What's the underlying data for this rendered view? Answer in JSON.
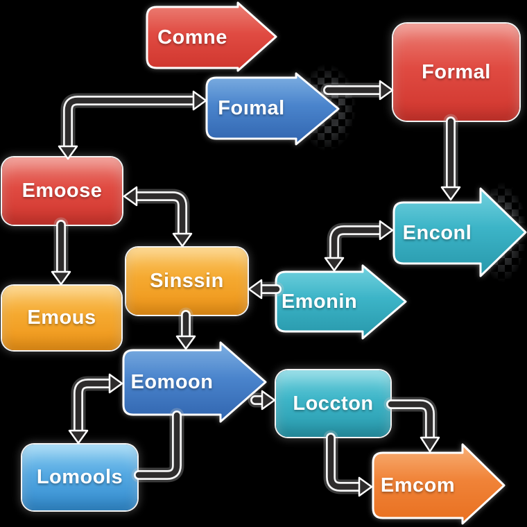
{
  "diagram": {
    "background_color": "#000000",
    "connector_color": "#2e2c2c",
    "colors": {
      "red": "#e04b42",
      "blue": "#4a84cc",
      "teal": "#3cb4c7",
      "amber": "#f5a930",
      "lightblue": "#54a8e2",
      "orange": "#f08338"
    },
    "nodes": {
      "comne": {
        "label": "Comne",
        "shape": "arrow-right",
        "color": "red"
      },
      "foimal": {
        "label": "Foımal",
        "shape": "arrow-right",
        "color": "blue"
      },
      "formal": {
        "label": "Formal",
        "shape": "rounded-rect",
        "color": "red"
      },
      "emoose": {
        "label": "Emoose",
        "shape": "rounded-rect",
        "color": "red"
      },
      "enconl": {
        "label": "Enconl",
        "shape": "arrow-right",
        "color": "teal"
      },
      "sinssin": {
        "label": "Sinssin",
        "shape": "rounded-rect",
        "color": "amber"
      },
      "emonin": {
        "label": "Emonin",
        "shape": "arrow-right",
        "color": "teal"
      },
      "emous": {
        "label": "Emous",
        "shape": "rounded-rect",
        "color": "amber"
      },
      "eomoon": {
        "label": "Eomoon",
        "shape": "arrow-right",
        "color": "blue"
      },
      "loccton": {
        "label": "Loccton",
        "shape": "rounded-rect",
        "color": "teal"
      },
      "lomools": {
        "label": "Lomools",
        "shape": "rounded-rect",
        "color": "lightblue"
      },
      "emcom": {
        "label": "Emcom",
        "shape": "arrow-right",
        "color": "orange"
      }
    },
    "connections": [
      {
        "shape": "elbow",
        "double_headed": true,
        "arrows_into": [
          "foimal",
          "emoose"
        ]
      },
      {
        "from": "foimal",
        "shape": "straight",
        "arrows_into": [
          "formal"
        ]
      },
      {
        "from": "formal",
        "shape": "straight",
        "arrows_into": [
          "enconl"
        ]
      },
      {
        "shape": "elbow",
        "double_headed": true,
        "arrows_into": [
          "enconl",
          "emonin"
        ]
      },
      {
        "shape": "elbow",
        "double_headed": true,
        "arrows_into": [
          "emoose",
          "sinssin"
        ]
      },
      {
        "from": "emonin",
        "shape": "straight",
        "arrows_into": [
          "sinssin"
        ]
      },
      {
        "from": "sinssin",
        "shape": "straight",
        "arrows_into": [
          "eomoon"
        ]
      },
      {
        "from": "emoose",
        "shape": "straight",
        "arrows_into": [
          "emous"
        ]
      },
      {
        "shape": "elbow",
        "double_headed": true,
        "arrows_into": [
          "eomoon",
          "lomools"
        ]
      },
      {
        "from": "eomoon",
        "to": "lomools",
        "shape": "elbow",
        "arrows_into": []
      },
      {
        "from": "eomoon",
        "shape": "straight",
        "arrows_into": [
          "loccton"
        ]
      },
      {
        "from": "loccton",
        "shape": "elbow",
        "via": "top",
        "arrows_into": [
          "emcom"
        ]
      },
      {
        "from": "loccton",
        "shape": "elbow",
        "via": "left",
        "arrows_into": [
          "emcom"
        ]
      }
    ]
  }
}
